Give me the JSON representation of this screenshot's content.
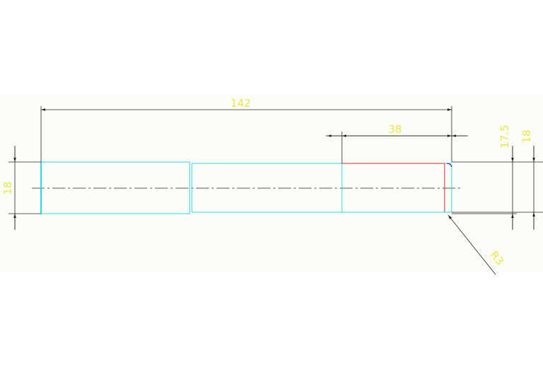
{
  "drawing": {
    "background": "#fdfdf8",
    "colors": {
      "outline": "#2fd6e0",
      "dimension": "#222222",
      "dimension_text": "#e8e84a",
      "red_edge": "#cc2a2a",
      "blue_fillet": "#2a2aa8"
    },
    "dimensions": {
      "total_length": "142",
      "end_length": "38",
      "left_diameter": "18",
      "right_diameter_inner": "17.5",
      "right_diameter_outer": "18",
      "fillet_radius": "R3"
    }
  }
}
